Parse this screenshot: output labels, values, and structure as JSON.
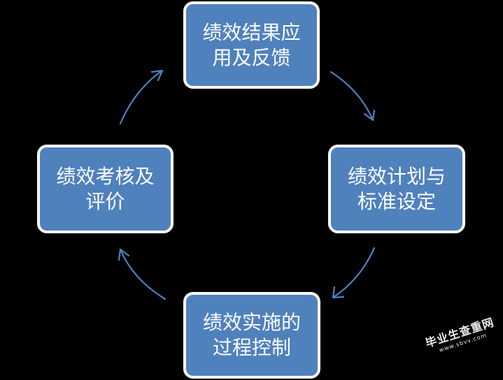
{
  "diagram": {
    "nodes": {
      "top": "绩效结果应\n用及反馈",
      "right": "绩效计划与\n标准设定",
      "bottom": "绩效实施的\n过程控制",
      "left": "绩效考核及\n评价"
    },
    "edges": [
      {
        "from": "top",
        "to": "right"
      },
      {
        "from": "right",
        "to": "bottom"
      },
      {
        "from": "bottom",
        "to": "left"
      },
      {
        "from": "left",
        "to": "top"
      }
    ],
    "colors": {
      "background": "#000000",
      "node_fill": "#4f81bd",
      "node_border": "#ffffff",
      "arrow": "#4f81bd",
      "text": "#ffffff"
    }
  },
  "watermark": {
    "text": "毕业生查重网",
    "url": "www.sbvv.com"
  }
}
